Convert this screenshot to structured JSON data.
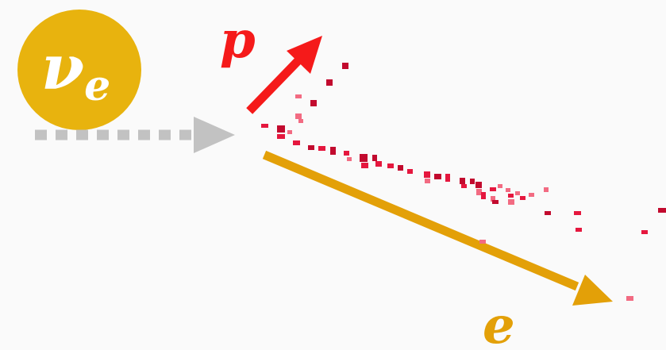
{
  "particles": {
    "neutrino": {
      "symbol": "ν",
      "subscript": "e",
      "circle_color": "#e8b30e",
      "text_color": "#ffffff"
    },
    "proton": {
      "label": "p",
      "color": "#f51a1a"
    },
    "electron": {
      "label": "e",
      "color": "#e3a008"
    }
  },
  "colors": {
    "background": "#fafafa",
    "incoming_arrow": "#c2c2c2",
    "hits_dark": "#c20a2e",
    "hits_mid": "#e5173e",
    "hits_light": "#f26b82"
  }
}
